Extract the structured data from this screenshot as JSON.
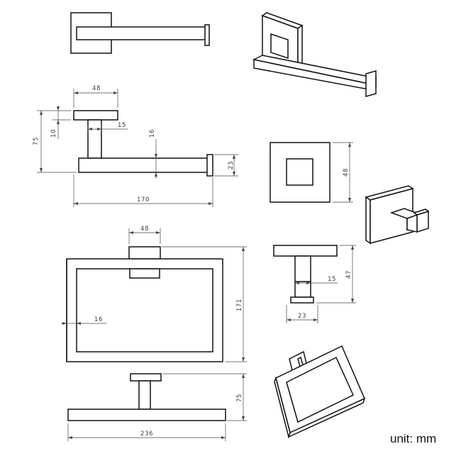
{
  "dimensions": {
    "paper_holder_width": "48",
    "paper_holder_height": "75",
    "paper_holder_plate": "10",
    "paper_holder_post": "15",
    "paper_holder_bar": "16",
    "paper_holder_cap": "23",
    "paper_holder_length": "170",
    "plate_size": "48",
    "ring_plate": "48",
    "ring_bar": "16",
    "ring_height": "171",
    "ring_depth": "75",
    "ring_length": "236",
    "hook_post": "15",
    "hook_height": "47",
    "hook_base": "23"
  },
  "unit_label": "unit: mm",
  "colors": {
    "line": "#111111",
    "dimension": "#444444",
    "background": "#ffffff"
  }
}
